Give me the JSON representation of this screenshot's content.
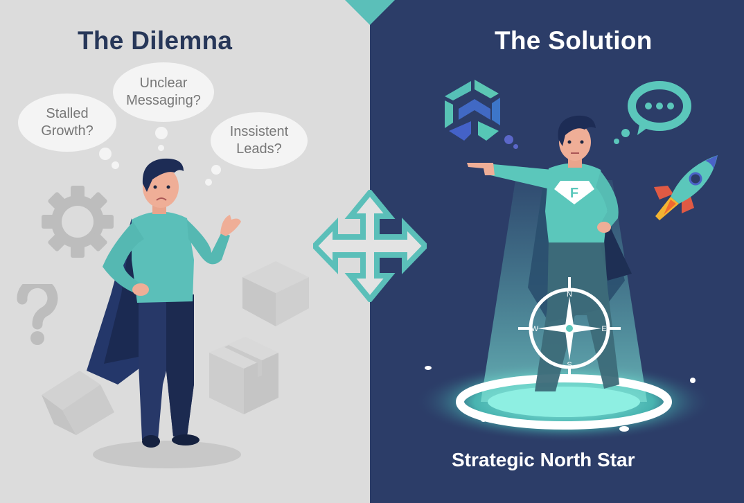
{
  "left_panel": {
    "title": "The Dilemna",
    "thought_bubbles": [
      {
        "line1": "Stalled",
        "line2": "Growth?"
      },
      {
        "line1": "Unclear",
        "line2": "Messaging?"
      },
      {
        "line1": "Inssistent",
        "line2": "Leads?"
      }
    ],
    "icons": [
      "gear-icon",
      "question-mark-icon",
      "box-icon",
      "box-icon",
      "box-icon"
    ],
    "background_color": "#dcdcdc",
    "title_color": "#273759"
  },
  "center": {
    "icon": "four-way-arrow-icon",
    "accent_color": "#5bbfb9"
  },
  "right_panel": {
    "title": "The Solution",
    "caption": "Strategic North Star",
    "chest_emblem": "F",
    "compass": {
      "n": "N",
      "e": "E",
      "s": "S",
      "w": "W"
    },
    "icons": [
      "cube-logo-icon",
      "chat-bubble-icon",
      "rocket-icon",
      "compass-icon"
    ],
    "background_color": "#2c3d68",
    "accent_color": "#5bc7bb"
  }
}
